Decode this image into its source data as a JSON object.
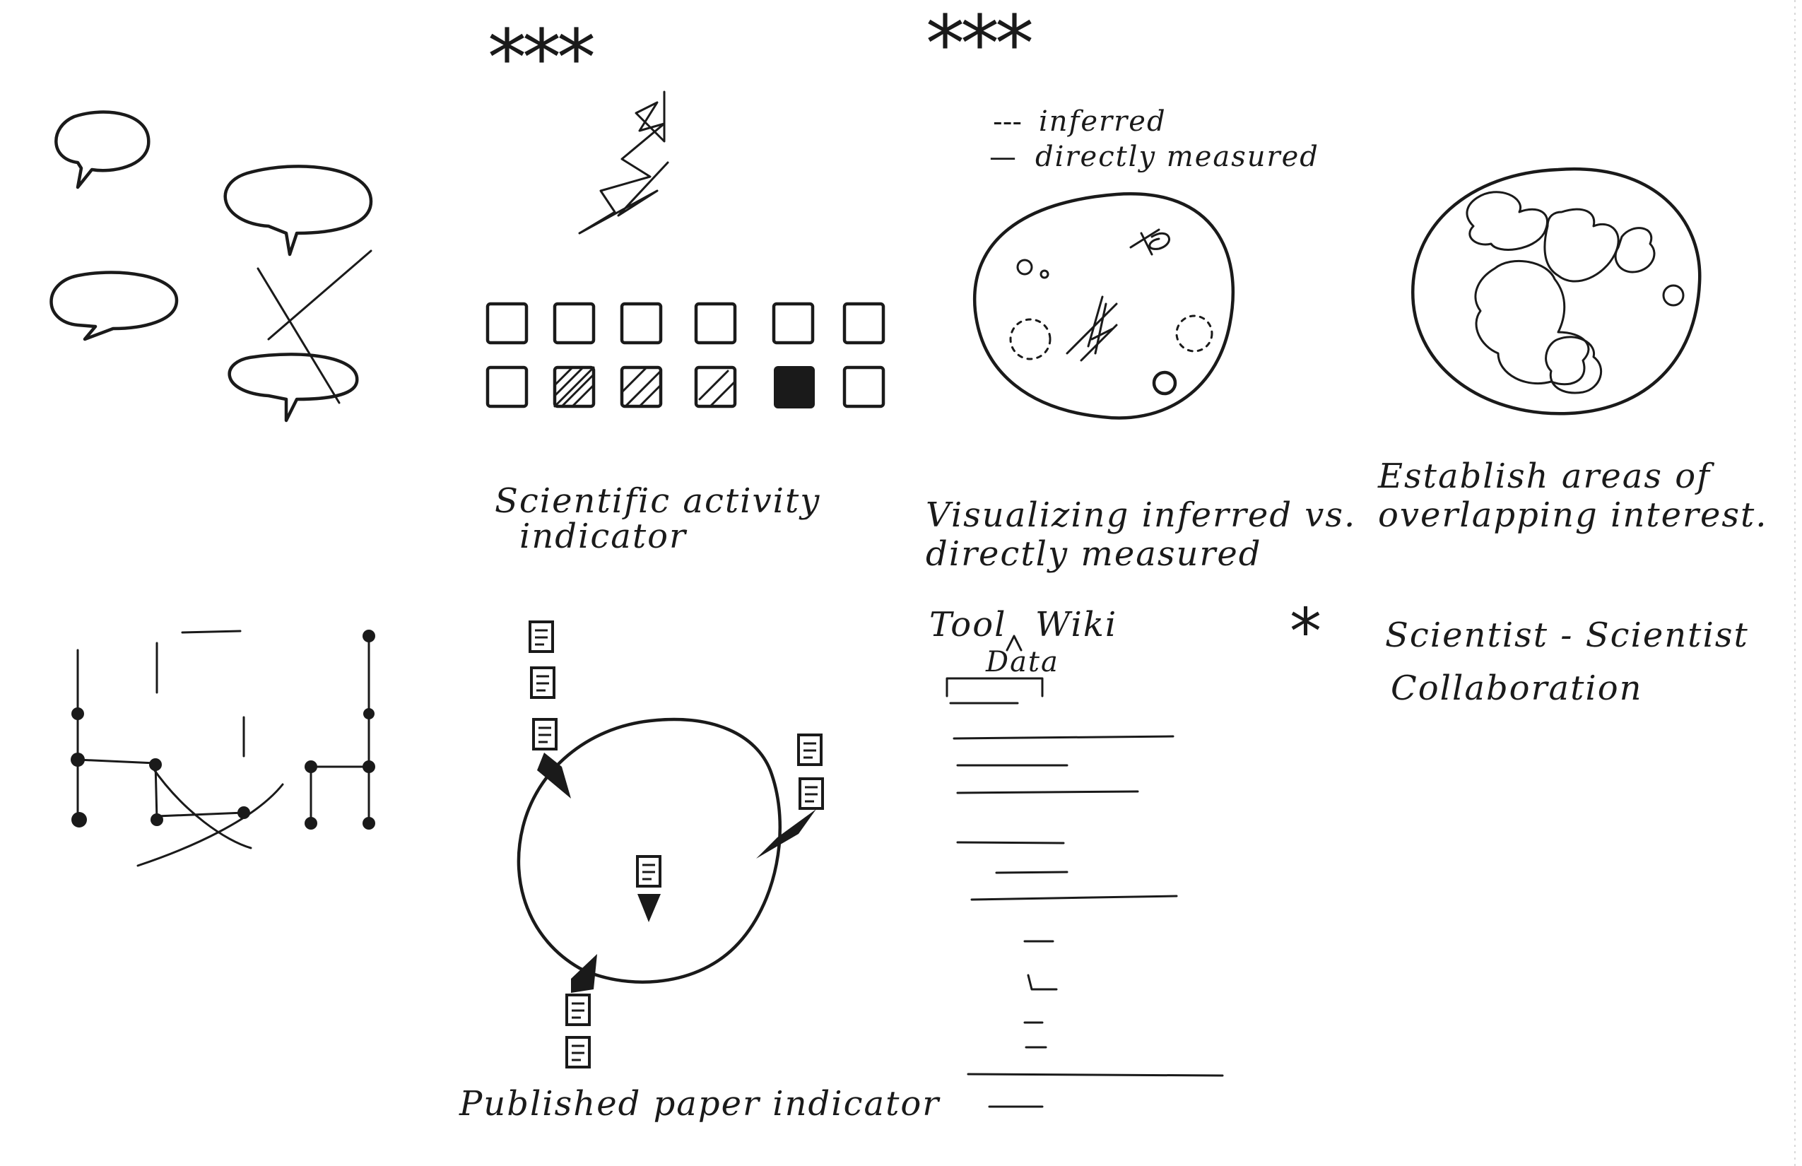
{
  "priorities": {
    "activity_stars": "***",
    "inferred_stars": "***",
    "collab_star": "*"
  },
  "legend": {
    "inferred_marker": "---",
    "inferred_label": "inferred",
    "measured_marker": "—",
    "measured_label": "directly measured"
  },
  "captions": {
    "activity_line1": "Scientific activity",
    "activity_line2": "indicator",
    "inferred_line1": "Visualizing inferred vs.",
    "inferred_line2": "directly measured",
    "overlap_line1": "Establish areas of",
    "overlap_line2": "overlapping interest.",
    "tool_label": "Tool",
    "data_label": "Data",
    "wiki_label": "Wiki",
    "collab_line1": "Scientist - Scientist",
    "collab_line2": "Collaboration",
    "paper_caption": "Published paper indicator"
  },
  "activity_squares": {
    "top_row": [
      "empty",
      "empty",
      "empty",
      "empty",
      "empty",
      "empty"
    ],
    "bottom_row": [
      "empty",
      "hatched-dense",
      "hatched",
      "hatched-light",
      "solid",
      "empty"
    ]
  },
  "colors": {
    "ink": "#1a1a1a",
    "paper": "#ffffff"
  }
}
